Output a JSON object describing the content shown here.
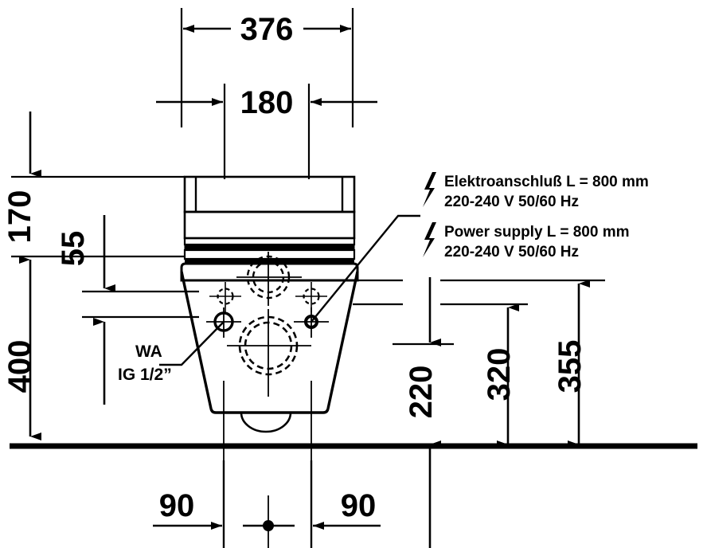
{
  "drawing": {
    "title": "Wall-hung WC technical dimension drawing",
    "units": "mm",
    "line_color": "#000000",
    "background_color": "#ffffff"
  },
  "dimensions": {
    "top_overall_width": "376",
    "top_inner_width": "180",
    "left_upper_height": "170",
    "left_total_height": "400",
    "left_inner_offset": "55",
    "right_lower_height": "220",
    "right_mid_height": "320",
    "right_upper_height": "355",
    "bottom_left_offset": "90",
    "bottom_right_offset": "90"
  },
  "annotations": {
    "water_connection": {
      "line1": "WA",
      "line2": "IG 1/2”"
    },
    "electrical_de": {
      "line1": "Elektroanschluß L = 800 mm",
      "line2": "220-240 V  50/60 Hz",
      "icon": "lightning-bolt-icon"
    },
    "electrical_en": {
      "line1": "Power supply L = 800 mm",
      "line2": "220-240 V  50/60 Hz",
      "icon": "lightning-bolt-icon"
    }
  }
}
